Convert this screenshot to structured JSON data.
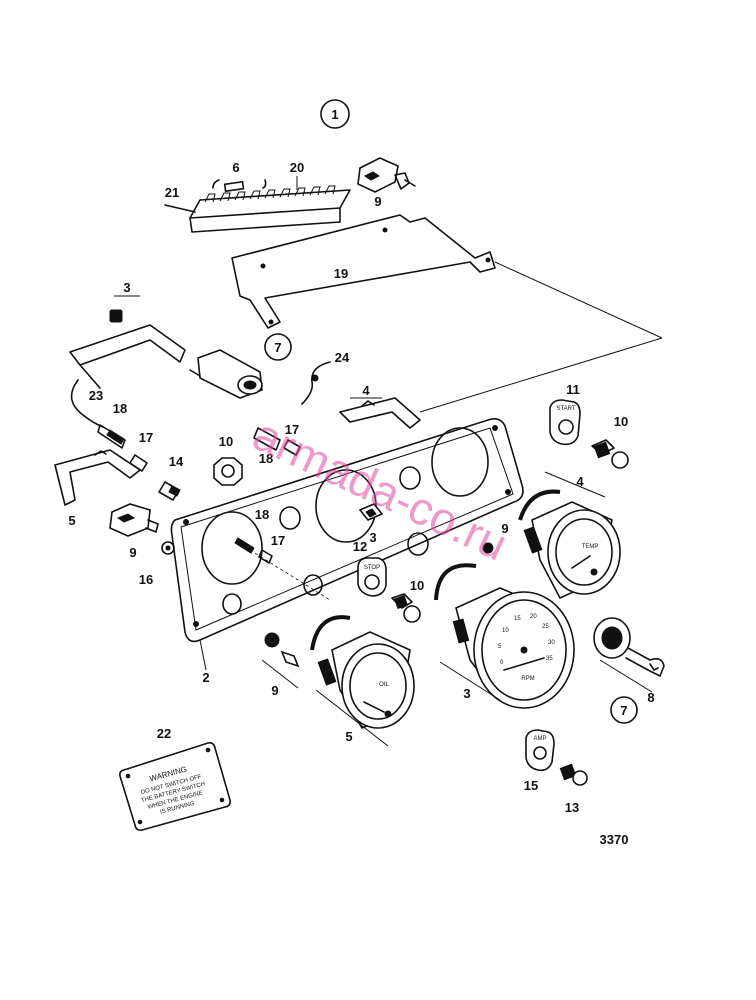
{
  "title": "Instrument panel exploded view",
  "group_label": "1",
  "drawing_number": "3370",
  "watermark": "armada-co.ru",
  "warning_plate": {
    "heading": "WARNING",
    "lines": [
      "DO NOT SWITCH OFF",
      "THE BATTERY SWITCH",
      "WHEN THE ENGINE",
      "IS RUNNING"
    ]
  },
  "gauge_faces": {
    "temp": "TEMP",
    "oil": "OIL",
    "rpm": "RPM",
    "rpm_scale": [
      "0",
      "5",
      "10",
      "15",
      "20",
      "25",
      "30",
      "35"
    ]
  },
  "switch_labels": {
    "start": "START",
    "stop": "STOP",
    "amp": "AMP"
  },
  "part_labels": {
    "p1": "1",
    "p2": "2",
    "p3a": "3",
    "p3b": "3",
    "p3c": "3",
    "p4a": "4",
    "p4b": "4",
    "p5a": "5",
    "p5b": "5",
    "p6": "6",
    "p7a": "7",
    "p7b": "7",
    "p8": "8",
    "p9a": "9",
    "p9b": "9",
    "p9c": "9",
    "p9d": "9",
    "p10a": "10",
    "p10b": "10",
    "p10c": "10",
    "p11": "11",
    "p12": "12",
    "p13": "13",
    "p14": "14",
    "p15": "15",
    "p16": "16",
    "p17a": "17",
    "p17b": "17",
    "p17c": "17",
    "p18a": "18",
    "p18b": "18",
    "p18c": "18",
    "p19": "19",
    "p20": "20",
    "p21": "21",
    "p22": "22",
    "p23": "23",
    "p24": "24"
  }
}
